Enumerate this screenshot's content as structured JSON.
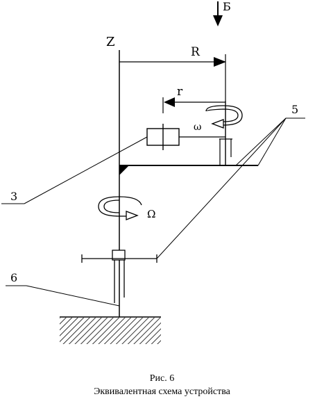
{
  "labels": {
    "force": "Б",
    "axis_z": "Z",
    "radius_big": "R",
    "radius_small": "r",
    "omega_small": "ω",
    "omega_big": "Ω",
    "callout_3": "3",
    "callout_5": "5",
    "callout_6": "6"
  },
  "caption": {
    "figure": "Рис. 6",
    "title": "Эквивалентная схема устройства"
  }
}
